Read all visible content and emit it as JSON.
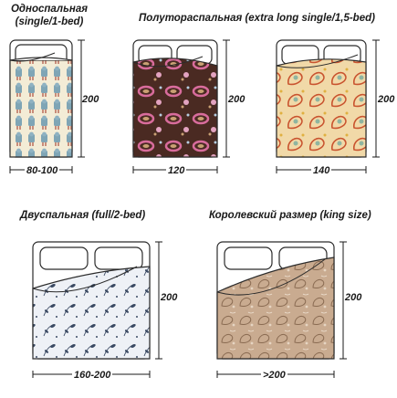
{
  "beds": [
    {
      "caption": "Односпальная\n(single/1-bed)",
      "width_label": "80-100",
      "length_label": "200"
    },
    {
      "caption": "Полуторaспальная (extra long single/1,5-bed)",
      "width_label": "120",
      "length_label": "200"
    },
    {
      "caption": "",
      "width_label": "140",
      "length_label": "200"
    },
    {
      "caption": "Двуспальная (full/2-bed)",
      "width_label": "160-200",
      "length_label": "200"
    },
    {
      "caption": "Королевский размер (king size)",
      "width_label": ">200",
      "length_label": "200"
    }
  ],
  "colors": {
    "outline": "#2b2b2b",
    "single_bg": "#f3ecd6",
    "single_dot": "#7fa5b5",
    "brown_bg": "#4a2a22",
    "pink": "#d86c9c",
    "tan": "#c9a073",
    "paisley_bg": "#f1d9a8",
    "paisley_red": "#c9542f",
    "full_bg": "#eef1f6",
    "full_leaf": "#3b4a63",
    "king_bg": "#c9ab90",
    "king_line": "#8a6b52"
  }
}
